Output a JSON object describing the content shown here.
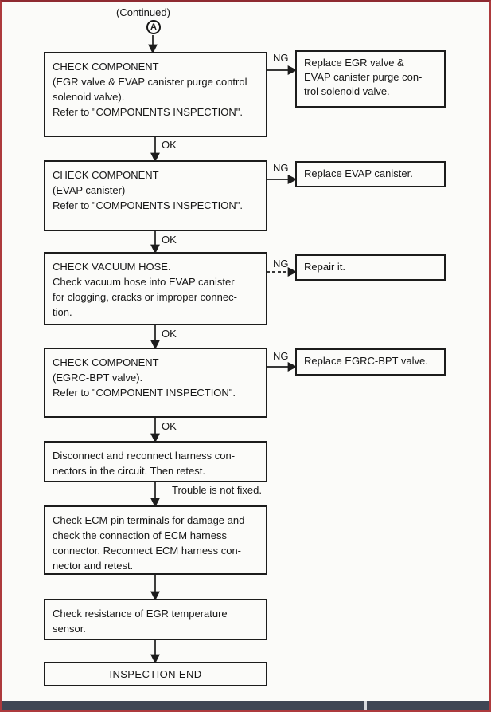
{
  "header": {
    "continued": "(Continued)",
    "connector": "A"
  },
  "labels": {
    "ok": "OK",
    "ng": "NG",
    "trouble": "Trouble is not fixed."
  },
  "steps": {
    "check_egr_evap_solenoid": "CHECK COMPONENT\n(EGR valve & EVAP canister purge control\nsolenoid valve).\nRefer to \"COMPONENTS INSPECTION\".",
    "check_evap_canister": "CHECK COMPONENT\n(EVAP canister)\nRefer to \"COMPONENTS INSPECTION\".",
    "check_vacuum_hose": "CHECK VACUUM HOSE.\nCheck vacuum hose into EVAP canister\nfor clogging, cracks or improper connec-\ntion.",
    "check_egrc_bpt": "CHECK COMPONENT\n(EGRC-BPT valve).\nRefer to \"COMPONENT INSPECTION\".",
    "reconnect_harness": "Disconnect and reconnect harness con-\nnectors in the circuit. Then retest.",
    "check_ecm_pins": "Check ECM pin terminals for damage and\ncheck the connection of ECM harness\nconnector. Reconnect ECM harness con-\nnector and retest.",
    "check_egr_temp_sensor": "Check resistance of EGR temperature\nsensor.",
    "inspection_end": "INSPECTION END"
  },
  "results": {
    "replace_egr_evap_solenoid": "Replace EGR valve &\nEVAP canister purge con-\ntrol solenoid valve.",
    "replace_evap_canister": "Replace EVAP canister.",
    "repair_it": "Repair it.",
    "replace_egrc_bpt": "Replace EGRC-BPT valve."
  },
  "colors": {
    "frame_red": "#ad3a3d",
    "paper": "#fbfbf9",
    "ink": "#1c1c1c",
    "scrollbar": "#3f4654"
  }
}
